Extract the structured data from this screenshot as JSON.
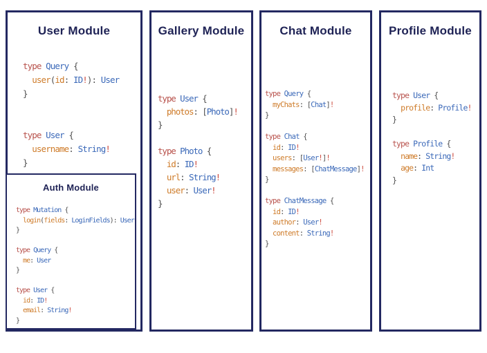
{
  "colors": {
    "background": "#ffffff",
    "panel_border": "#232861",
    "title": "#1e2255",
    "keyword": "#b8524c",
    "type_name": "#3a68b8",
    "field_name": "#ce7b29",
    "punctuation": "#4f4f4f",
    "bang": "#cc4b3f"
  },
  "panels": [
    {
      "title": "User Module",
      "code": [
        [
          [
            "kw",
            "type"
          ],
          [
            "pl",
            " "
          ],
          [
            "ty",
            "Query"
          ],
          [
            "pl",
            " "
          ],
          [
            "pu",
            "{"
          ]
        ],
        [
          [
            "pl",
            "  "
          ],
          [
            "fd",
            "user"
          ],
          [
            "pu",
            "("
          ],
          [
            "fd",
            "id"
          ],
          [
            "pu",
            ":"
          ],
          [
            "pl",
            " "
          ],
          [
            "ty",
            "ID"
          ],
          [
            "bg",
            "!"
          ],
          [
            "pu",
            "):"
          ],
          [
            "pl",
            " "
          ],
          [
            "ty",
            "User"
          ]
        ],
        [
          [
            "pu",
            "}"
          ]
        ],
        [],
        [],
        [
          [
            "kw",
            "type"
          ],
          [
            "pl",
            " "
          ],
          [
            "ty",
            "User"
          ],
          [
            "pl",
            " "
          ],
          [
            "pu",
            "{"
          ]
        ],
        [
          [
            "pl",
            "  "
          ],
          [
            "fd",
            "username"
          ],
          [
            "pu",
            ":"
          ],
          [
            "pl",
            " "
          ],
          [
            "ty",
            "String"
          ],
          [
            "bg",
            "!"
          ]
        ],
        [
          [
            "pu",
            "}"
          ]
        ]
      ]
    },
    {
      "title": "Gallery Module",
      "code": [
        [
          [
            "kw",
            "type"
          ],
          [
            "pl",
            " "
          ],
          [
            "ty",
            "User"
          ],
          [
            "pl",
            " "
          ],
          [
            "pu",
            "{"
          ]
        ],
        [
          [
            "pl",
            "  "
          ],
          [
            "fd",
            "photos"
          ],
          [
            "pu",
            ":"
          ],
          [
            "pl",
            " "
          ],
          [
            "pu",
            "["
          ],
          [
            "ty",
            "Photo"
          ],
          [
            "pu",
            "]"
          ],
          [
            "bg",
            "!"
          ]
        ],
        [
          [
            "pu",
            "}"
          ]
        ],
        [],
        [
          [
            "kw",
            "type"
          ],
          [
            "pl",
            " "
          ],
          [
            "ty",
            "Photo"
          ],
          [
            "pl",
            " "
          ],
          [
            "pu",
            "{"
          ]
        ],
        [
          [
            "pl",
            "  "
          ],
          [
            "fd",
            "id"
          ],
          [
            "pu",
            ":"
          ],
          [
            "pl",
            " "
          ],
          [
            "ty",
            "ID"
          ],
          [
            "bg",
            "!"
          ]
        ],
        [
          [
            "pl",
            "  "
          ],
          [
            "fd",
            "url"
          ],
          [
            "pu",
            ":"
          ],
          [
            "pl",
            " "
          ],
          [
            "ty",
            "String"
          ],
          [
            "bg",
            "!"
          ]
        ],
        [
          [
            "pl",
            "  "
          ],
          [
            "fd",
            "user"
          ],
          [
            "pu",
            ":"
          ],
          [
            "pl",
            " "
          ],
          [
            "ty",
            "User"
          ],
          [
            "bg",
            "!"
          ]
        ],
        [
          [
            "pu",
            "}"
          ]
        ]
      ]
    },
    {
      "title": "Chat Module",
      "code": [
        [
          [
            "kw",
            "type"
          ],
          [
            "pl",
            " "
          ],
          [
            "ty",
            "Query"
          ],
          [
            "pl",
            " "
          ],
          [
            "pu",
            "{"
          ]
        ],
        [
          [
            "pl",
            "  "
          ],
          [
            "fd",
            "myChats"
          ],
          [
            "pu",
            ":"
          ],
          [
            "pl",
            " "
          ],
          [
            "pu",
            "["
          ],
          [
            "ty",
            "Chat"
          ],
          [
            "pu",
            "]"
          ],
          [
            "bg",
            "!"
          ]
        ],
        [
          [
            "pu",
            "}"
          ]
        ],
        [],
        [
          [
            "kw",
            "type"
          ],
          [
            "pl",
            " "
          ],
          [
            "ty",
            "Chat"
          ],
          [
            "pl",
            " "
          ],
          [
            "pu",
            "{"
          ]
        ],
        [
          [
            "pl",
            "  "
          ],
          [
            "fd",
            "id"
          ],
          [
            "pu",
            ":"
          ],
          [
            "pl",
            " "
          ],
          [
            "ty",
            "ID"
          ],
          [
            "bg",
            "!"
          ]
        ],
        [
          [
            "pl",
            "  "
          ],
          [
            "fd",
            "users"
          ],
          [
            "pu",
            ":"
          ],
          [
            "pl",
            " "
          ],
          [
            "pu",
            "["
          ],
          [
            "ty",
            "User"
          ],
          [
            "bg",
            "!"
          ],
          [
            "pu",
            "]"
          ],
          [
            "bg",
            "!"
          ]
        ],
        [
          [
            "pl",
            "  "
          ],
          [
            "fd",
            "messages"
          ],
          [
            "pu",
            ":"
          ],
          [
            "pl",
            " "
          ],
          [
            "pu",
            "["
          ],
          [
            "ty",
            "ChatMessage"
          ],
          [
            "pu",
            "]"
          ],
          [
            "bg",
            "!"
          ]
        ],
        [
          [
            "pu",
            "}"
          ]
        ],
        [],
        [
          [
            "kw",
            "type"
          ],
          [
            "pl",
            " "
          ],
          [
            "ty",
            "ChatMessage"
          ],
          [
            "pl",
            " "
          ],
          [
            "pu",
            "{"
          ]
        ],
        [
          [
            "pl",
            "  "
          ],
          [
            "fd",
            "id"
          ],
          [
            "pu",
            ":"
          ],
          [
            "pl",
            " "
          ],
          [
            "ty",
            "ID"
          ],
          [
            "bg",
            "!"
          ]
        ],
        [
          [
            "pl",
            "  "
          ],
          [
            "fd",
            "author"
          ],
          [
            "pu",
            ":"
          ],
          [
            "pl",
            " "
          ],
          [
            "ty",
            "User"
          ],
          [
            "bg",
            "!"
          ]
        ],
        [
          [
            "pl",
            "  "
          ],
          [
            "fd",
            "content"
          ],
          [
            "pu",
            ":"
          ],
          [
            "pl",
            " "
          ],
          [
            "ty",
            "String"
          ],
          [
            "bg",
            "!"
          ]
        ],
        [
          [
            "pu",
            "}"
          ]
        ]
      ]
    },
    {
      "title": "Profile Module",
      "code": [
        [
          [
            "kw",
            "type"
          ],
          [
            "pl",
            " "
          ],
          [
            "ty",
            "User"
          ],
          [
            "pl",
            " "
          ],
          [
            "pu",
            "{"
          ]
        ],
        [
          [
            "pl",
            "  "
          ],
          [
            "fd",
            "profile"
          ],
          [
            "pu",
            ":"
          ],
          [
            "pl",
            " "
          ],
          [
            "ty",
            "Profile"
          ],
          [
            "bg",
            "!"
          ]
        ],
        [
          [
            "pu",
            "}"
          ]
        ],
        [],
        [
          [
            "kw",
            "type"
          ],
          [
            "pl",
            " "
          ],
          [
            "ty",
            "Profile"
          ],
          [
            "pl",
            " "
          ],
          [
            "pu",
            "{"
          ]
        ],
        [
          [
            "pl",
            "  "
          ],
          [
            "fd",
            "name"
          ],
          [
            "pu",
            ":"
          ],
          [
            "pl",
            " "
          ],
          [
            "ty",
            "String"
          ],
          [
            "bg",
            "!"
          ]
        ],
        [
          [
            "pl",
            "  "
          ],
          [
            "fd",
            "age"
          ],
          [
            "pu",
            ":"
          ],
          [
            "pl",
            " "
          ],
          [
            "ty",
            "Int"
          ]
        ],
        [
          [
            "pu",
            "}"
          ]
        ]
      ]
    }
  ],
  "auth_module": {
    "title": "Auth Module",
    "code": [
      [
        [
          "kw",
          "type"
        ],
        [
          "pl",
          " "
        ],
        [
          "ty",
          "Mutation"
        ],
        [
          "pl",
          " "
        ],
        [
          "pu",
          "{"
        ]
      ],
      [
        [
          "pl",
          "  "
        ],
        [
          "fd",
          "login"
        ],
        [
          "pu",
          "("
        ],
        [
          "fd",
          "fields"
        ],
        [
          "pu",
          ":"
        ],
        [
          "pl",
          " "
        ],
        [
          "ty",
          "LoginFields"
        ],
        [
          "pu",
          "):"
        ],
        [
          "pl",
          " "
        ],
        [
          "ty",
          "User"
        ]
      ],
      [
        [
          "pu",
          "}"
        ]
      ],
      [],
      [
        [
          "kw",
          "type"
        ],
        [
          "pl",
          " "
        ],
        [
          "ty",
          "Query"
        ],
        [
          "pl",
          " "
        ],
        [
          "pu",
          "{"
        ]
      ],
      [
        [
          "pl",
          "  "
        ],
        [
          "fd",
          "me"
        ],
        [
          "pu",
          ":"
        ],
        [
          "pl",
          " "
        ],
        [
          "ty",
          "User"
        ]
      ],
      [
        [
          "pu",
          "}"
        ]
      ],
      [],
      [
        [
          "kw",
          "type"
        ],
        [
          "pl",
          " "
        ],
        [
          "ty",
          "User"
        ],
        [
          "pl",
          " "
        ],
        [
          "pu",
          "{"
        ]
      ],
      [
        [
          "pl",
          "  "
        ],
        [
          "fd",
          "id"
        ],
        [
          "pu",
          ":"
        ],
        [
          "pl",
          " "
        ],
        [
          "ty",
          "ID"
        ],
        [
          "bg",
          "!"
        ]
      ],
      [
        [
          "pl",
          "  "
        ],
        [
          "fd",
          "email"
        ],
        [
          "pu",
          ":"
        ],
        [
          "pl",
          " "
        ],
        [
          "ty",
          "String"
        ],
        [
          "bg",
          "!"
        ]
      ],
      [
        [
          "pu",
          "}"
        ]
      ]
    ]
  }
}
